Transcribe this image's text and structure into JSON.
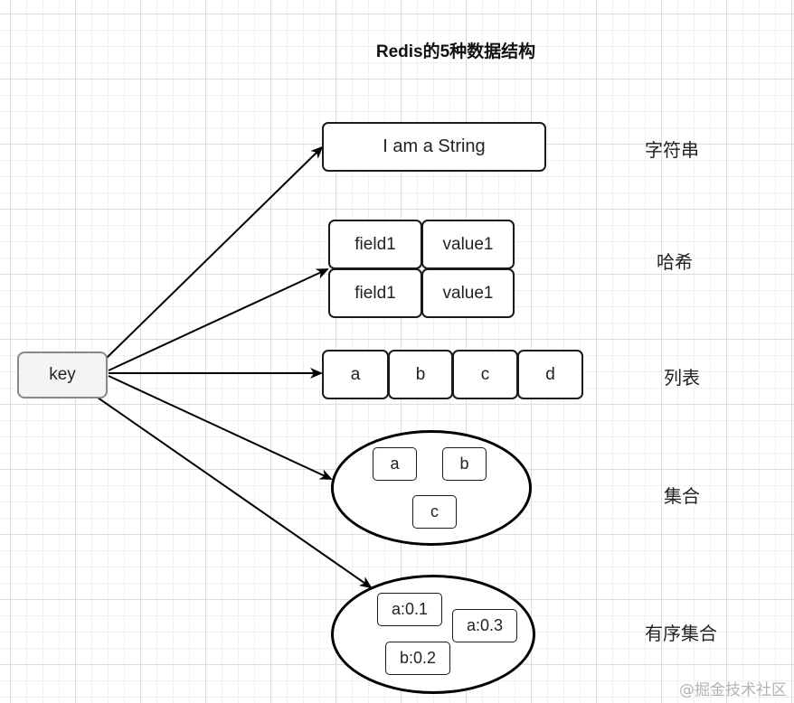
{
  "title": "Redis的5种数据结构",
  "key": {
    "label": "key"
  },
  "string": {
    "value": "I am a String",
    "type_label": "字符串"
  },
  "hash": {
    "type_label": "哈希",
    "rows": [
      {
        "field": "field1",
        "value": "value1"
      },
      {
        "field": "field1",
        "value": "value1"
      }
    ]
  },
  "list": {
    "type_label": "列表",
    "items": [
      "a",
      "b",
      "c",
      "d"
    ]
  },
  "set": {
    "type_label": "集合",
    "members": [
      "a",
      "b",
      "c"
    ]
  },
  "zset": {
    "type_label": "有序集合",
    "members": [
      "a:0.1",
      "a:0.3",
      "b:0.2"
    ]
  },
  "watermark": "@掘金技术社区",
  "colors": {
    "stroke": "#000000",
    "key_fill": "#f4f4f4",
    "grid_major": "#dcdcdc",
    "grid_minor": "#f0f0f0"
  }
}
